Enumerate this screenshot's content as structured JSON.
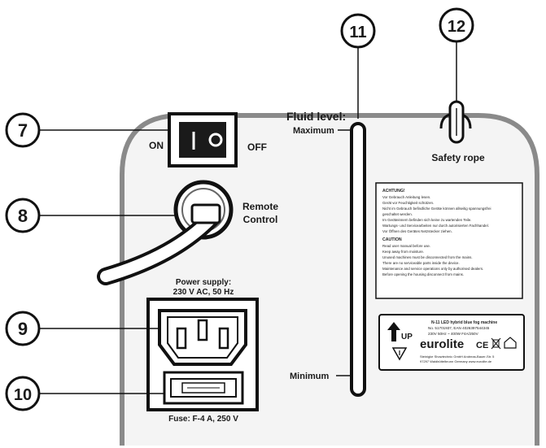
{
  "callouts": [
    {
      "number": "7"
    },
    {
      "number": "8"
    },
    {
      "number": "9"
    },
    {
      "number": "10"
    },
    {
      "number": "11"
    },
    {
      "number": "12"
    }
  ],
  "switch": {
    "on_label": "ON",
    "off_label": "OFF"
  },
  "remote": {
    "label_line1": "Remote",
    "label_line2": "Control"
  },
  "power": {
    "label_line1": "Power supply:",
    "label_line2": "230 V AC, 50 Hz"
  },
  "fuse": {
    "label": "Fuse: F-4 A, 250 V"
  },
  "fluid": {
    "title": "Fluid level:",
    "max_label": "Maximum",
    "min_label": "Minimum"
  },
  "safety": {
    "label": "Safety rope"
  },
  "warning": {
    "heading_de": "ACHTUNG!",
    "lines_de": [
      "Vor Gebrauch Anleitung lesen.",
      "Gerät vor Feuchtigkeit schützen.",
      "Nicht im Gebrauch befindliche Geräte können allseitig spannungsfrei",
      "geschaltet werden.",
      "Im Geräteinnern befinden sich keine zu wartenden Teile.",
      "Wartungs- und Servicearbeiten nur durch autorisierten Fachhandel.",
      "Vor Öffnen des Gerätes Netzstecker ziehen."
    ],
    "heading_en": "CAUTION",
    "lines_en": [
      "Read user manual before use.",
      "Keep away from moisture.",
      "Unused machines must be disconnected from the mains.",
      "There are no serviceable parts inside the device.",
      "Maintenance and service operations only by authorised dealers.",
      "Before opening the housing disconnect from mains."
    ]
  },
  "rating_plate": {
    "model": "N-11 LED hybrid blue fog machine",
    "number": "No. 51701937, EAN 4026397544345",
    "specs": "230V 50Hz ~   400W   F4A/250V",
    "brand": "eurolite",
    "up_label": "UP",
    "ce_mark": "CE",
    "manufacturer_line1": "Steinigke Showtechnic GmbH Andreas-Bauer-Str. 5",
    "manufacturer_line2": "97297 Waldbüttelbrunn Germany www.eurolite.de"
  }
}
